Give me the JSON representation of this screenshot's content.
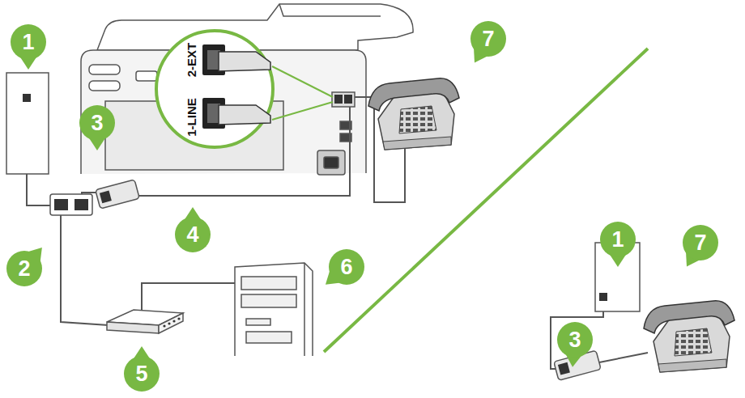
{
  "diagram": {
    "nodes": [
      {
        "text": [
          "1"
        ]
      },
      {
        "text": [
          "7"
        ]
      },
      {
        "text": [
          "3"
        ]
      },
      {
        "text": [
          "4"
        ]
      },
      {
        "text": [
          "6"
        ]
      },
      {
        "text": [
          "2"
        ]
      },
      {
        "text": [
          "5"
        ]
      },
      {
        "text": [
          "1"
        ]
      },
      {
        "text": [
          "7"
        ]
      },
      {
        "text": [
          "3"
        ]
      }
    ],
    "labels": [
      "2-EXT",
      "1-LINE"
    ]
  }
}
